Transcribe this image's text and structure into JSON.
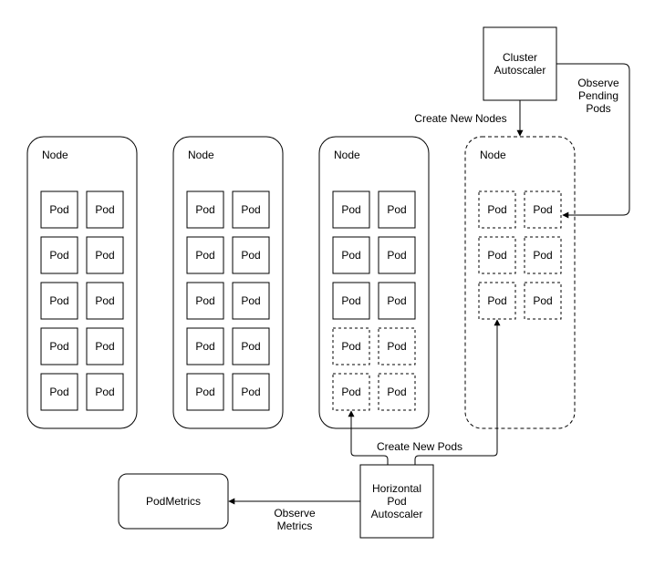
{
  "cluster_autoscaler": {
    "line1": "Cluster",
    "line2": "Autoscaler"
  },
  "observe_pending": {
    "line1": "Observe",
    "line2": "Pending",
    "line3": "Pods"
  },
  "create_nodes_label": "Create New Nodes",
  "nodes": [
    {
      "label": "Node",
      "style": "solid",
      "pods": [
        "solid",
        "solid",
        "solid",
        "solid",
        "solid",
        "solid",
        "solid",
        "solid",
        "solid",
        "solid"
      ]
    },
    {
      "label": "Node",
      "style": "solid",
      "pods": [
        "solid",
        "solid",
        "solid",
        "solid",
        "solid",
        "solid",
        "solid",
        "solid",
        "solid",
        "solid"
      ]
    },
    {
      "label": "Node",
      "style": "solid",
      "pods": [
        "solid",
        "solid",
        "solid",
        "solid",
        "solid",
        "solid",
        "dashed",
        "dashed",
        "dashed",
        "dashed"
      ]
    },
    {
      "label": "Node",
      "style": "dashed",
      "pods": [
        "dashed",
        "dashed",
        "dashed",
        "dashed",
        "dashed",
        "dashed"
      ]
    }
  ],
  "pod_label": "Pod",
  "create_pods_label": "Create New Pods",
  "hpa": {
    "line1": "Horizontal",
    "line2": "Pod",
    "line3": "Autoscaler"
  },
  "observe_metrics": {
    "line1": "Observe",
    "line2": "Metrics"
  },
  "pod_metrics": "PodMetrics"
}
